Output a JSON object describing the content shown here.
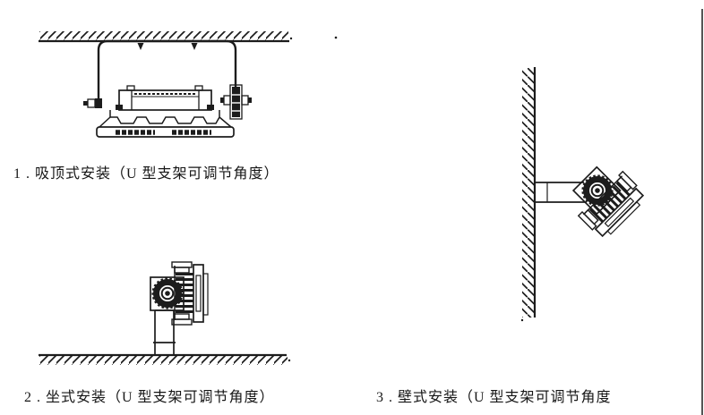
{
  "page": {
    "background": "#ffffff",
    "line_color": "#1c1c1c"
  },
  "figures": [
    {
      "caption": "1 . 吸顶式安装（U 型支架可调节角度）",
      "type": "ceiling-mount"
    },
    {
      "caption": "2 . 坐式安装（U 型支架可调节角度）",
      "type": "pedestal-mount"
    },
    {
      "caption": "3 . 壁式安装（U 型支架可调节角度",
      "type": "wall-mount"
    }
  ]
}
